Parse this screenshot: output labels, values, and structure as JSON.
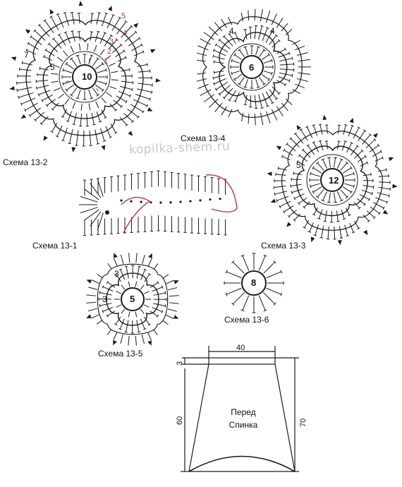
{
  "schemes": {
    "s13_1": {
      "label": "Схема 13-1"
    },
    "s13_2": {
      "label": "Схема 13-2",
      "center": "10",
      "rounds": [
        "1",
        "2",
        "3",
        "4",
        "5"
      ],
      "left_round_5": "5",
      "left_round_7": "7"
    },
    "s13_3": {
      "label": "Схема 13-3",
      "center": "12",
      "left_round": "5"
    },
    "s13_4": {
      "label": "Схема 13-4",
      "center": "6",
      "left_round": "4",
      "right_round": "4"
    },
    "s13_5": {
      "label": "Схема 13-5",
      "center": "5",
      "top_round": "3",
      "left_round": "3"
    },
    "s13_6": {
      "label": "Схема 13-6",
      "center": "8"
    }
  },
  "watermark": "kopilka-shem.ru",
  "garment": {
    "line1": "Перед",
    "line2": "Спинка",
    "width_top": "40",
    "height_band": "3",
    "height_body": "60",
    "height_total": "70"
  },
  "colors": {
    "ink": "#1a1a1a",
    "accent": "#b5384f"
  }
}
